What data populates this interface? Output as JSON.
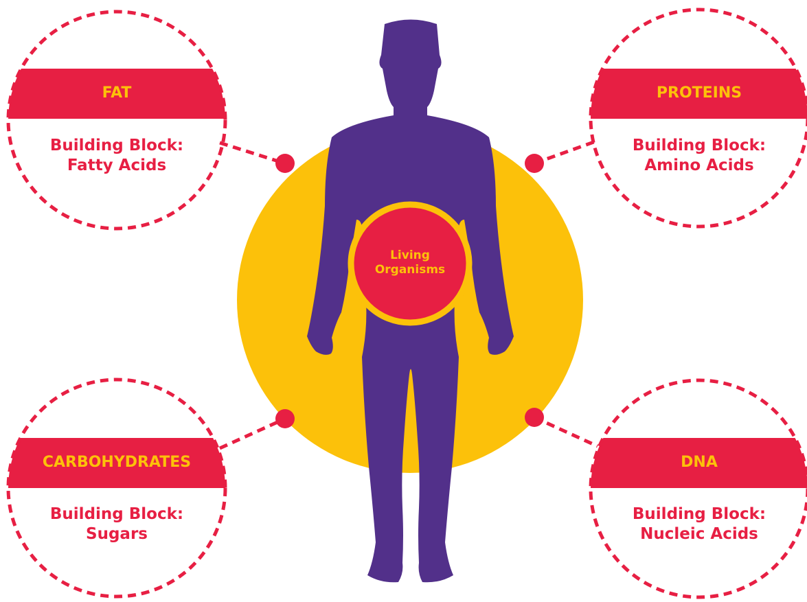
{
  "center": {
    "line1": "Living",
    "line2": "Organisms"
  },
  "nodes": [
    {
      "id": "fat",
      "title": "FAT",
      "block_line1": "Building Block:",
      "block_line2": "Fatty Acids"
    },
    {
      "id": "proteins",
      "title": "PROTEINS",
      "block_line1": "Building Block:",
      "block_line2": "Amino Acids"
    },
    {
      "id": "carbohydrates",
      "title": "CARBOHYDRATES",
      "block_line1": "Building Block:",
      "block_line2": "Sugars"
    },
    {
      "id": "dna",
      "title": "DNA",
      "block_line1": "Building Block:",
      "block_line2": "Nucleic Acids"
    }
  ],
  "colors": {
    "accent_red": "#e71f43",
    "yellow": "#fcc10a",
    "figure_purple": "#52308a",
    "background": "#ffffff"
  },
  "icons": {
    "figure": "human-silhouette-icon"
  }
}
